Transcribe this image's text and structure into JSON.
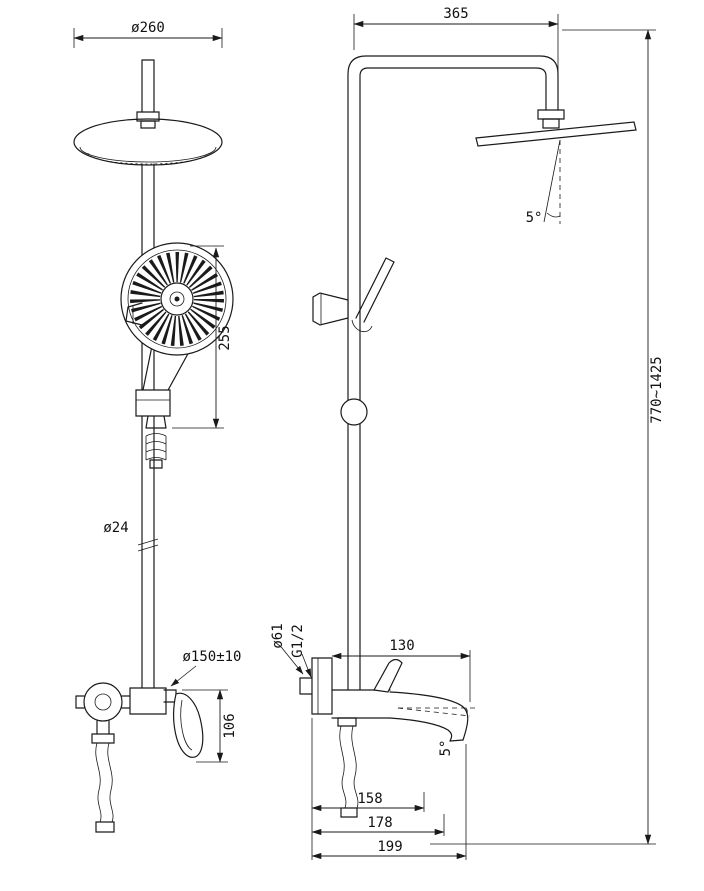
{
  "drawing": {
    "kind": "shower-column-technical-drawing",
    "line_color": "#1a1a1a",
    "background": "#ffffff"
  },
  "front_view": {
    "head_diameter": "ø260",
    "hand_shower_length": "255",
    "pipe_diameter": "ø24",
    "flange_diameter": "ø150±10",
    "body_height": "106"
  },
  "side_view": {
    "top_offset": "365",
    "head_angle": "5°",
    "height_range": "770~1425",
    "inlet_diameter": "ø61",
    "thread_size": "G1/2",
    "spout_reach": "130",
    "spout_angle": "5°",
    "dim_a": "158",
    "dim_b": "178",
    "dim_c": "199"
  }
}
